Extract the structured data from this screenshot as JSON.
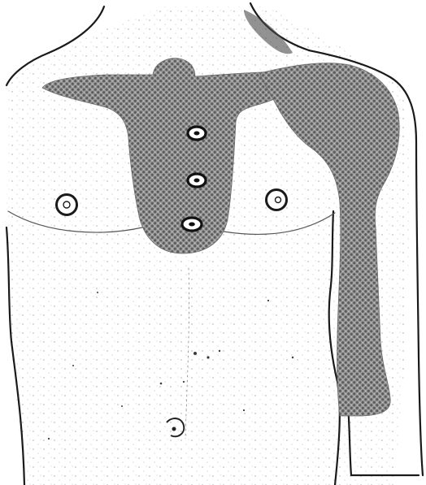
{
  "figure": {
    "kind": "body-chart",
    "view": "anterior torso",
    "colors": {
      "background": "#ffffff",
      "outline": "#1a1a1a",
      "shading": "#8c8c8c",
      "speckle": "#4a4a4a"
    },
    "shaded_regions": [
      {
        "id": "central-chest"
      },
      {
        "id": "left-shoulder-arm"
      }
    ],
    "markers": [
      {
        "id": "right-nipple"
      },
      {
        "id": "left-nipple"
      },
      {
        "id": "electrode-upper"
      },
      {
        "id": "electrode-middle"
      },
      {
        "id": "electrode-lower"
      }
    ]
  }
}
